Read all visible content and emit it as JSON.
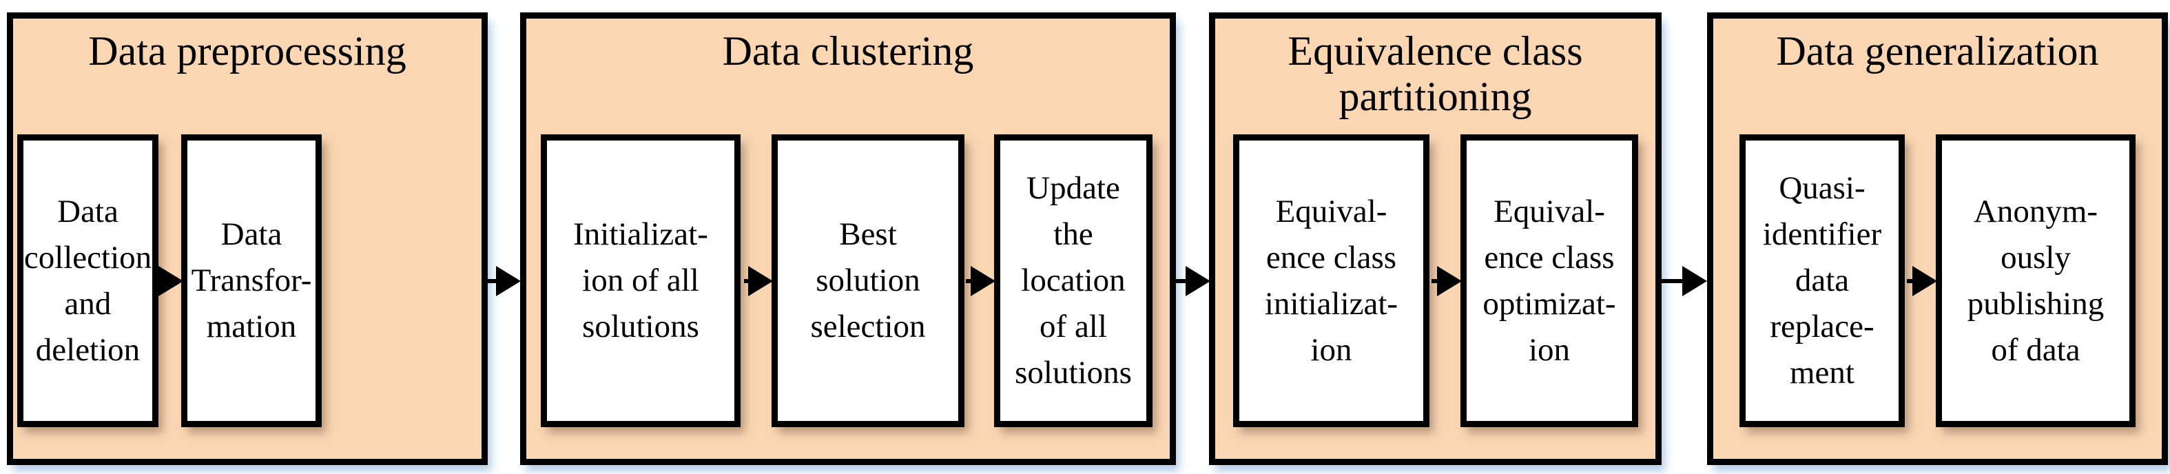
{
  "figure": {
    "type": "process-flow-diagram",
    "colors": {
      "panel_fill": "#fad6b3",
      "box_fill": "#ffffff",
      "border": "#000000",
      "arrow": "#000000",
      "panel_shadow_tint": "#a8c4e2",
      "box_shadow_tint": "#785a41"
    },
    "panels": [
      {
        "title": "Data preprocessing",
        "boxes": [
          {
            "label": "Data\ncollection\nand\ndeletion"
          },
          {
            "label": "Data\nTransfor-\nmation"
          }
        ]
      },
      {
        "title": "Data clustering",
        "boxes": [
          {
            "label": "Initializat-\nion of all\nsolutions"
          },
          {
            "label": "Best\nsolution\nselection"
          },
          {
            "label": "Update\nthe\nlocation\nof all\nsolutions"
          }
        ]
      },
      {
        "title": "Equivalence class\npartitioning",
        "boxes": [
          {
            "label": "Equival-\nence class\ninitializat-\nion"
          },
          {
            "label": "Equival-\nence class\noptimizat-\nion"
          }
        ]
      },
      {
        "title": "Data generalization",
        "boxes": [
          {
            "label": "Quasi-\nidentifier\ndata\nreplace-\nment"
          },
          {
            "label": "Anonym-\nously\npublishing\nof data"
          }
        ]
      }
    ],
    "arrows": [
      {
        "from": "Data collection and deletion",
        "to": "Data Transformation"
      },
      {
        "from": "Data preprocessing",
        "to": "Data clustering"
      },
      {
        "from": "Initialization of all solutions",
        "to": "Best solution selection"
      },
      {
        "from": "Best solution selection",
        "to": "Update the location of all solutions"
      },
      {
        "from": "Data clustering",
        "to": "Equivalence class partitioning"
      },
      {
        "from": "Equivalence class initialization",
        "to": "Equivalence class optimization"
      },
      {
        "from": "Equivalence class partitioning",
        "to": "Data generalization"
      },
      {
        "from": "Quasi-identifier data replacement",
        "to": "Anonymously publishing of data"
      }
    ]
  }
}
